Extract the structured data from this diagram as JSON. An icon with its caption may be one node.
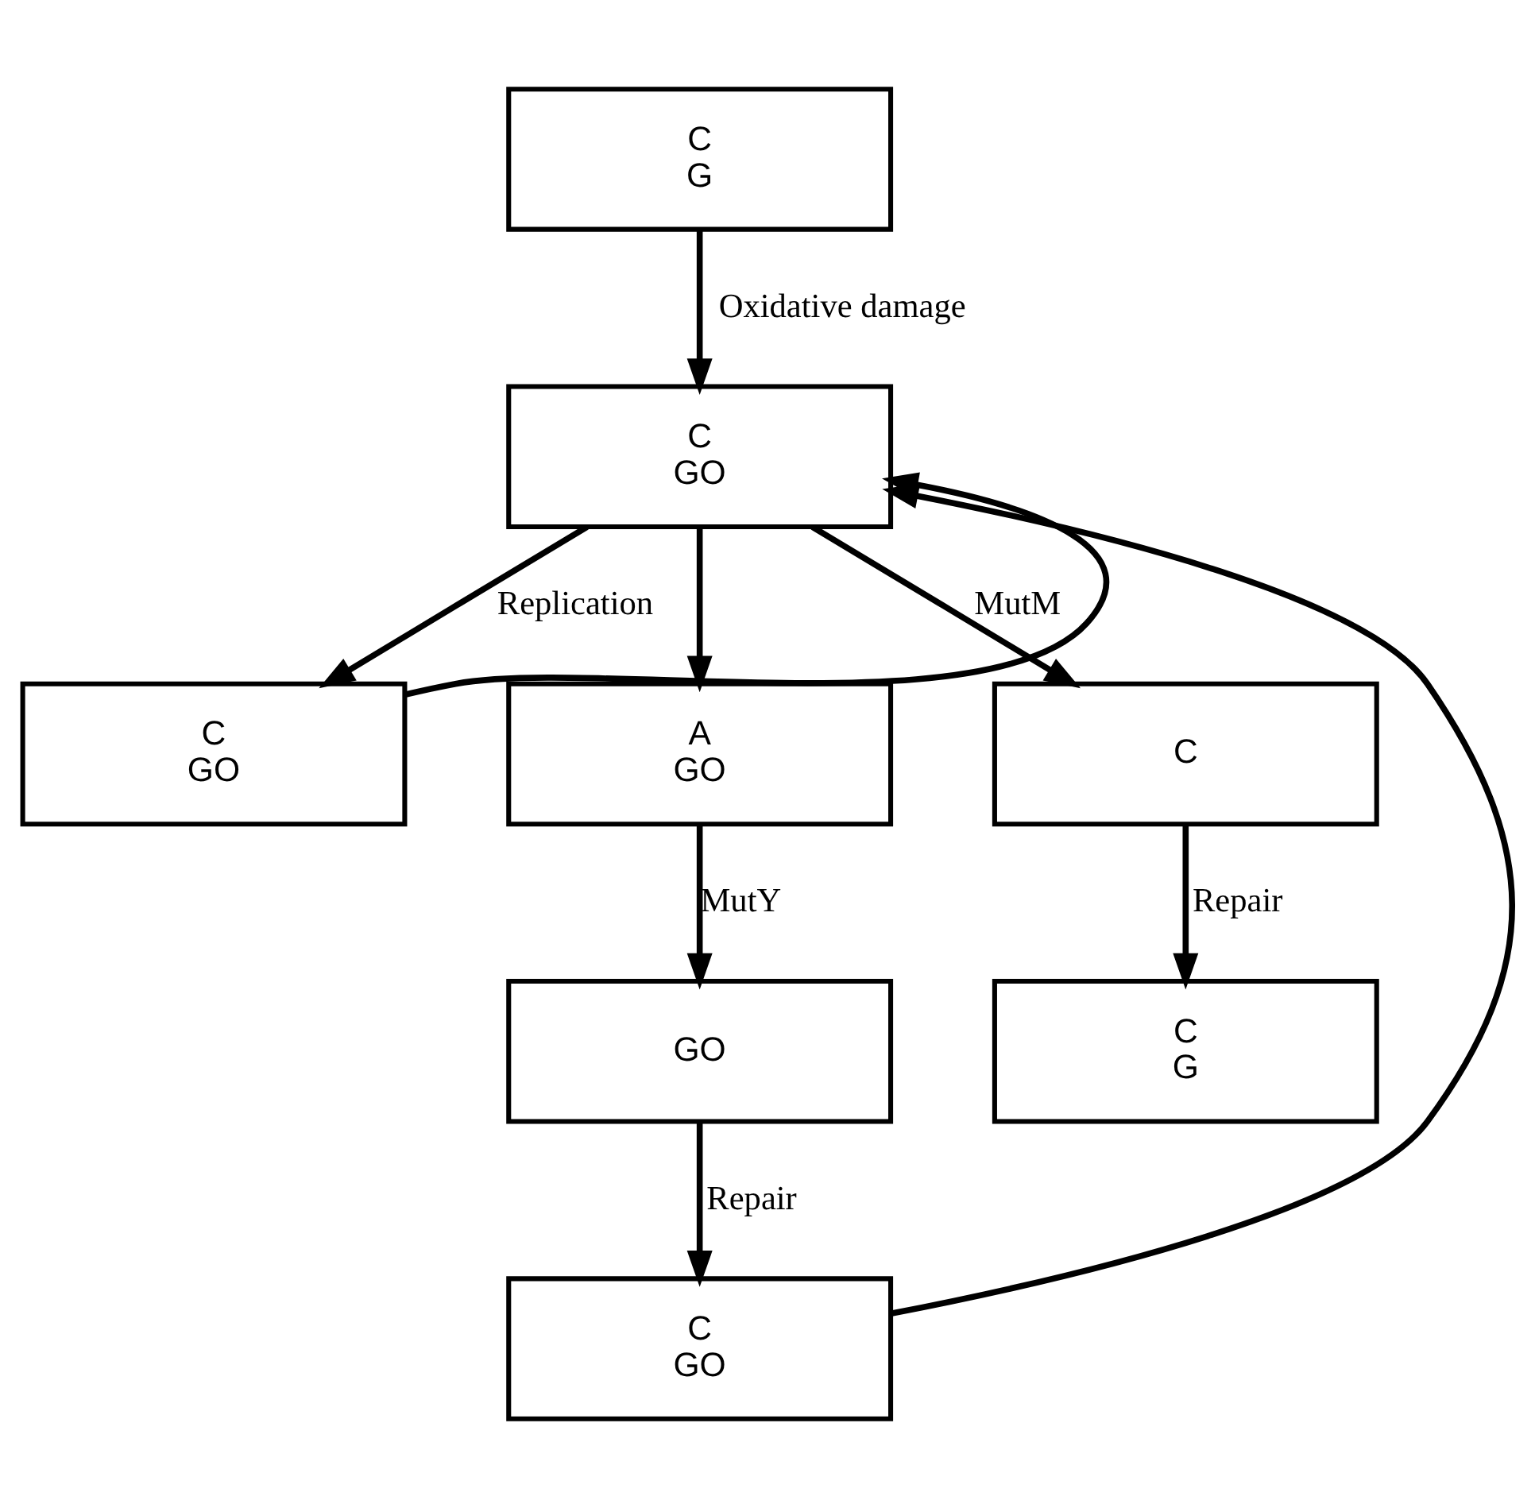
{
  "diagram": {
    "nodes": [
      {
        "text": [
          "C",
          "G"
        ]
      },
      {
        "text": [
          "C",
          "GO"
        ]
      },
      {
        "text": [
          "C",
          "GO"
        ]
      },
      {
        "text": [
          "A",
          "GO"
        ]
      },
      {
        "text": [
          "C"
        ]
      },
      {
        "text": [
          "GO"
        ]
      },
      {
        "text": [
          "C",
          "G"
        ]
      },
      {
        "text": [
          "C",
          "GO"
        ]
      }
    ],
    "edges": [
      {
        "from": 0,
        "to": 1,
        "arrow": "to",
        "label": "Oxidative damage"
      },
      {
        "from": 1,
        "to": 2,
        "arrow": "to",
        "label": "Replication"
      },
      {
        "from": 1,
        "to": 3,
        "arrow": "to"
      },
      {
        "from": 1,
        "to": 4,
        "arrow": "to",
        "label": "MutM"
      },
      {
        "from": 3,
        "to": 5,
        "arrow": "to",
        "label": "MutY"
      },
      {
        "from": 4,
        "to": 6,
        "arrow": "to",
        "label": "Repair"
      },
      {
        "from": 5,
        "to": 7,
        "arrow": "to",
        "label": "Repair"
      },
      {
        "from": 7,
        "to": 1,
        "arrow": "to"
      },
      {
        "from": 2,
        "to": 1,
        "arrow": "to"
      }
    ]
  }
}
